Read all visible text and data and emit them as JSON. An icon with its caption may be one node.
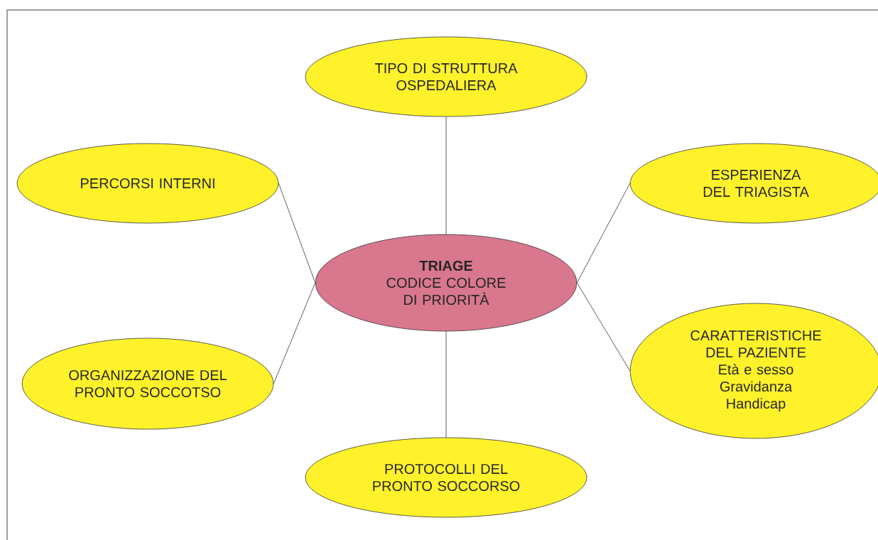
{
  "diagram": {
    "nodes": [
      {
        "text": [
          "TIPO DI STRUTTURA OSPEDALIERA"
        ]
      },
      {
        "text": [
          "PERCORSI INTERNI"
        ]
      },
      {
        "text": [
          "ESPERIENZA DEL TRIAGISTA"
        ]
      },
      {
        "text": [
          "TRIAGE",
          "CODICE COLORE DI PRIORITÀ"
        ]
      },
      {
        "text": [
          "ORGANIZZAZIONE DEL PRONTO SOCCOTSO"
        ]
      },
      {
        "text": [
          "CARATTERISTICHE DEL PAZIENTE",
          "Età e sesso",
          "Gravidanza",
          "Handicap"
        ]
      },
      {
        "text": [
          "PROTOCOLLI DEL PRONTO SOCCORSO"
        ]
      }
    ],
    "edges": [
      {
        "from": 3,
        "to": 0,
        "arrow": "none"
      },
      {
        "from": 3,
        "to": 1,
        "arrow": "none"
      },
      {
        "from": 3,
        "to": 2,
        "arrow": "none"
      },
      {
        "from": 3,
        "to": 4,
        "arrow": "none"
      },
      {
        "from": 3,
        "to": 5,
        "arrow": "none"
      },
      {
        "from": 3,
        "to": 6,
        "arrow": "none"
      }
    ]
  }
}
